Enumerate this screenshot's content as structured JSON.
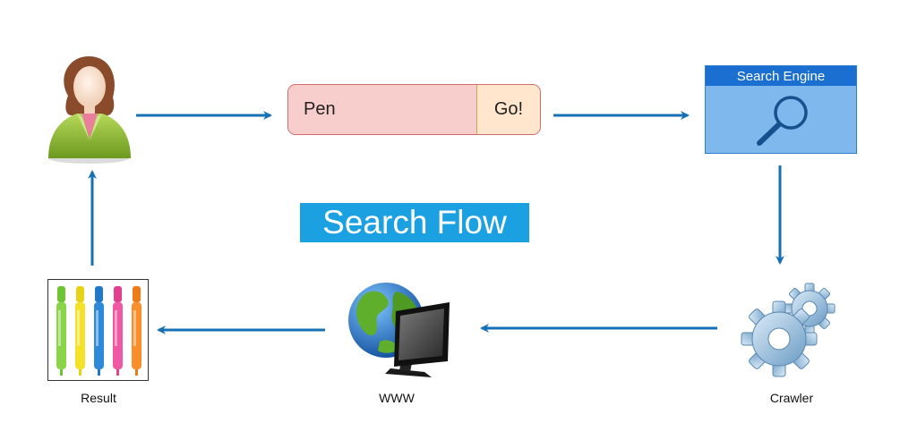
{
  "search": {
    "query": "Pen",
    "go_label": "Go!"
  },
  "engine": {
    "label": "Search Engine"
  },
  "title": "Search Flow",
  "labels": {
    "result": "Result",
    "www": "WWW",
    "crawler": "Crawler"
  },
  "colors": {
    "arrow": "#1670b5",
    "title_bg": "#1ba1e2",
    "search_field": "#f8cecc",
    "go_button": "#ffe6cc",
    "engine_bar": "#1b6fd0",
    "engine_body": "#7fb8ec"
  },
  "icons": [
    "user-icon",
    "magnifier-icon",
    "gears-icon",
    "globe-monitor-icon",
    "pens-image"
  ]
}
